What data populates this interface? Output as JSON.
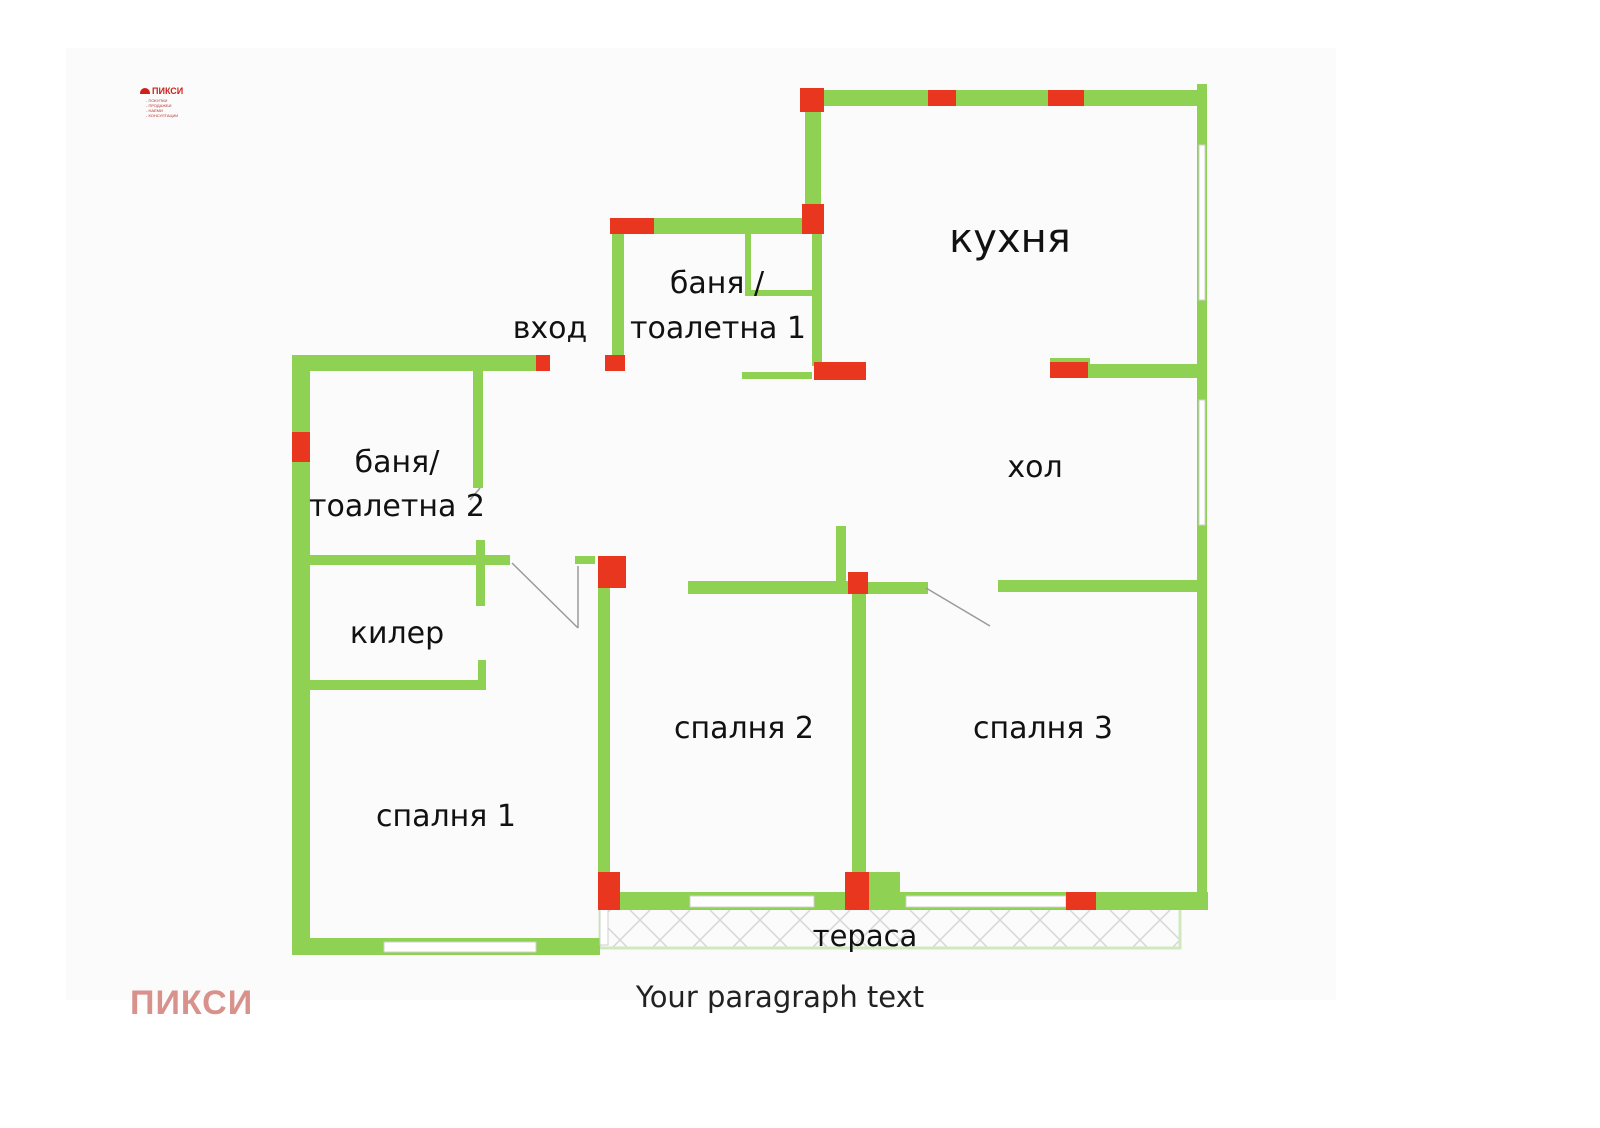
{
  "logo": {
    "brand": "ПИКСИ",
    "tagline": [
      "- ПОКУПКИ",
      "- ПРОДАЖБИ",
      "- НАЕМИ",
      "- КОНСУЛТАЦИИ"
    ]
  },
  "rooms": {
    "kitchen": "кухня",
    "bath1_line1": "баня /",
    "bath1_line2": "тоалетна 1",
    "entrance": "вход",
    "bath2_line1": "баня/",
    "bath2_line2": "тоалетна 2",
    "hall": "хол",
    "pantry": "килер",
    "bedroom1": "спалня 1",
    "bedroom2": "спалня 2",
    "bedroom3": "спалня 3",
    "terrace": "тераса"
  },
  "watermark": "ПИКСИ",
  "paragraph": "Your paragraph text",
  "colors": {
    "wall": "#8fd152",
    "column": "#e8361f",
    "window": "#ffffff",
    "door_line": "#9a9a9a",
    "terrace_hatch": "#d8d8d8"
  }
}
